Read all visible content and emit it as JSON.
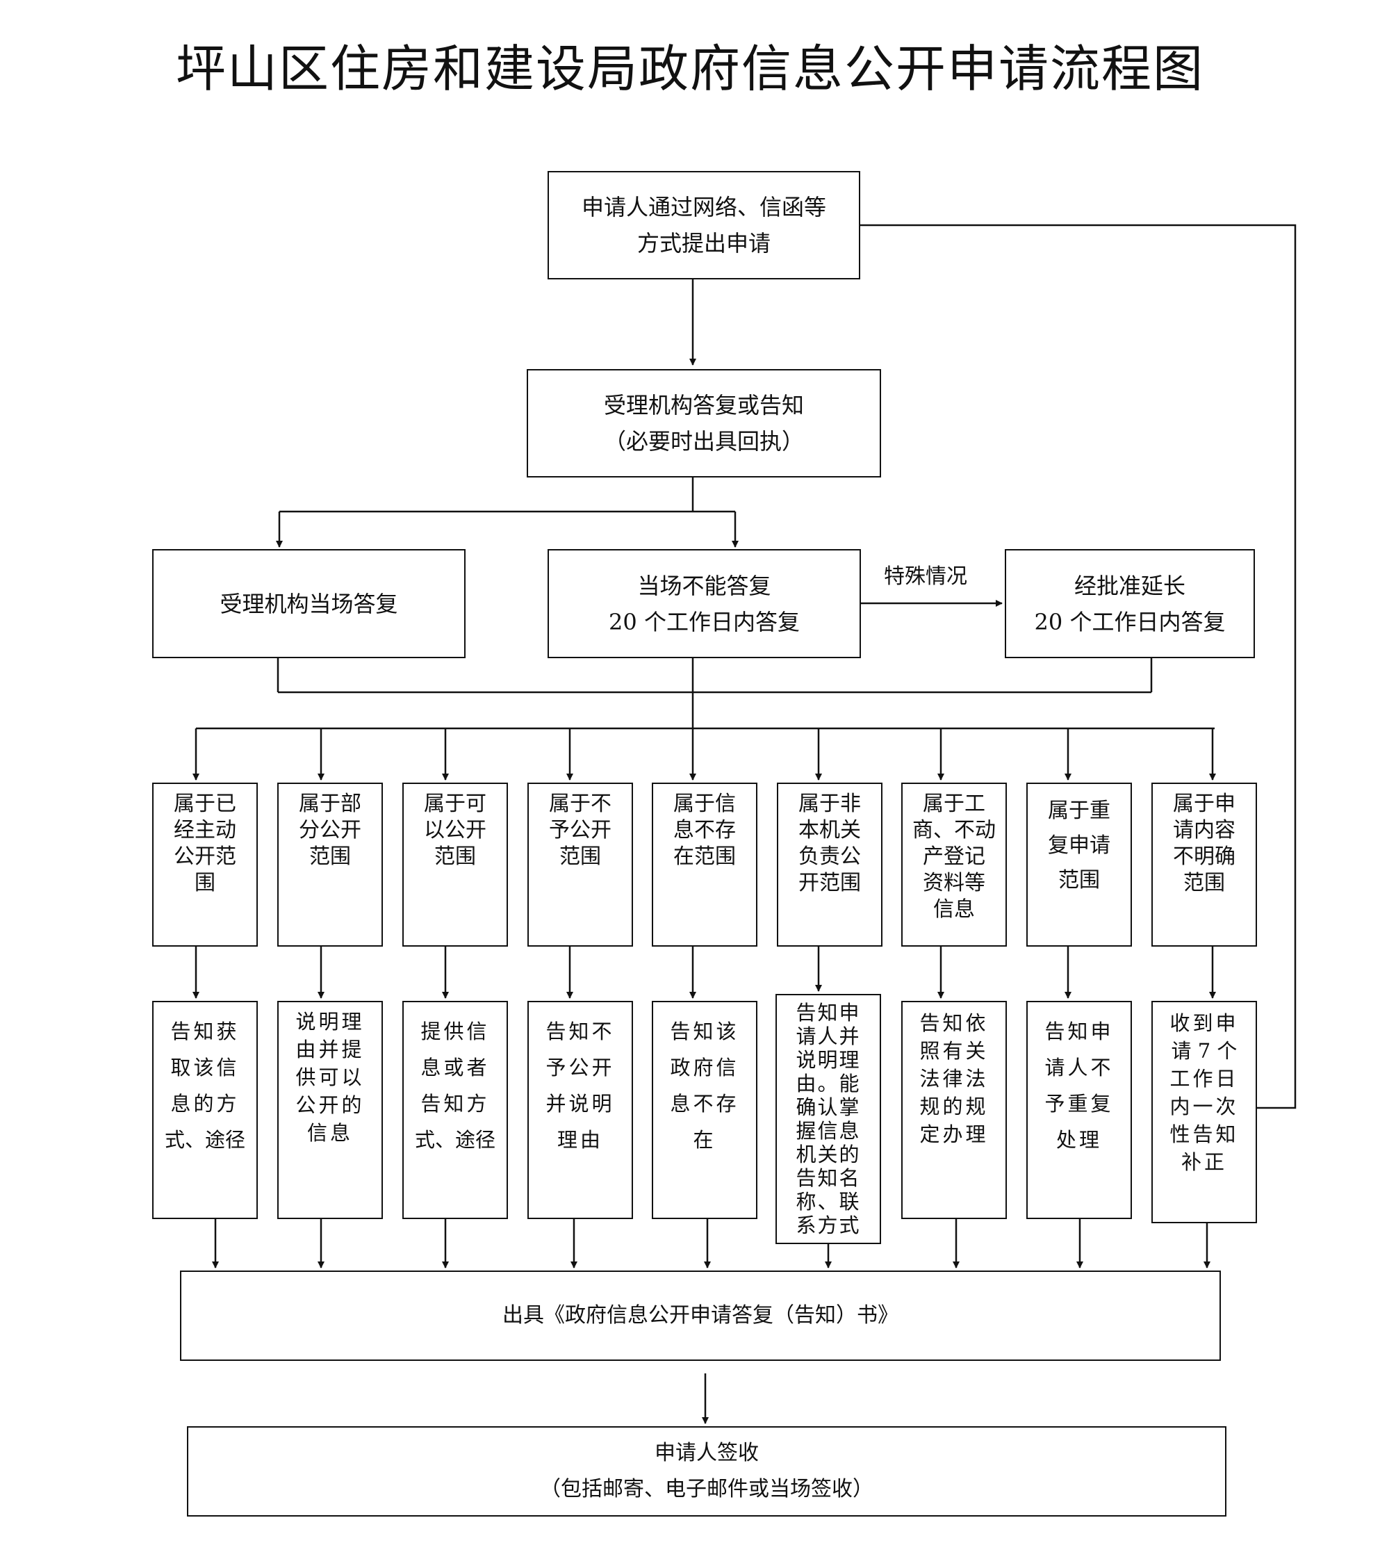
{
  "title": "坪山区住房和建设局政府信息公开申请流程图",
  "apply": [
    "申请人通过网络、信函等",
    "方式提出申请"
  ],
  "accept": [
    "受理机构答复或告知",
    "（必要时出具回执）"
  ],
  "onsite": "受理机构当场答复",
  "not_onsite": [
    "当场不能答复",
    "20 个工作日内答复"
  ],
  "special_label": "特殊情况",
  "extend": [
    "经批准延长",
    "20 个工作日内答复"
  ],
  "categories": [
    [
      "属于已",
      "经主动",
      "公开范",
      "围"
    ],
    [
      "属于部",
      "分公开",
      "范围"
    ],
    [
      "属于可",
      "以公开",
      "范围"
    ],
    [
      "属于不",
      "予公开",
      "范围"
    ],
    [
      "属于信",
      "息不存",
      "在范围"
    ],
    [
      "属于非",
      "本机关",
      "负责公",
      "开范围"
    ],
    [
      "属于工",
      "商、不动",
      "产登记",
      "资料等",
      "信息"
    ],
    [
      "属于重",
      "复申请",
      "范围"
    ],
    [
      "属于申",
      "请内容",
      "不明确",
      "范围"
    ]
  ],
  "results": [
    [
      "告知获",
      "取该信",
      "息的方",
      "式、途径"
    ],
    [
      "说明理",
      "由并提",
      "供可以",
      "公开的",
      "信息"
    ],
    [
      "提供信",
      "息或者",
      "告知方",
      "式、途径"
    ],
    [
      "告知不",
      "予公开",
      "并说明",
      "理由"
    ],
    [
      "告知该",
      "政府信",
      "息不存",
      "在"
    ],
    [
      "告知申",
      "请人并",
      "说明理",
      "由。能",
      "确认掌",
      "握信息",
      "机关的",
      "告知名",
      "称、联",
      "系方式"
    ],
    [
      "告知依",
      "照有关",
      "法律法",
      "规的规",
      "定办理"
    ],
    [
      "告知申",
      "请人不",
      "予重复",
      "处理"
    ],
    [
      "收到申",
      "请 7 个",
      "工作日",
      "内一次",
      "性告知",
      "补正"
    ]
  ],
  "issue": "出具《政府信息公开申请答复（告知）书》",
  "sign": [
    "申请人签收",
    "（包括邮寄、电子邮件或当场签收）"
  ]
}
